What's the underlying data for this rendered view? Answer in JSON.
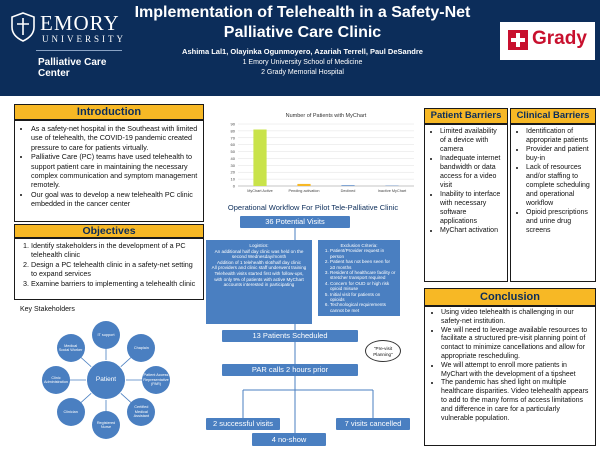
{
  "header": {
    "title": "Implementation of Telehealth in a Safety-Net Palliative Care Clinic",
    "authors": "Ashima Lal1,  Olayinka Ogunmoyero, Azariah Terrell, Paul DeSandre",
    "affiliation1": "1 Emory University School of Medicine",
    "affiliation2": "2 Grady Memorial Hospital",
    "emory_word": "EMORY",
    "emory_uni": "UNIVERSITY",
    "emory_center": "Palliative Care Center",
    "grady_word": "Grady",
    "navy": "#0c2d5a",
    "grady_red": "#c8102e"
  },
  "introduction": {
    "heading": "Introduction",
    "bullets": [
      "As a safety-net hospital in the Southeast with limited use of telehealth, the COVID-19 pandemic created pressure to care for patients virtually.",
      "Palliative Care (PC) teams have used telehealth to support patient care in maintaining the necessary complex communication and symptom management remotely.",
      "Our goal was to develop a new telehealth PC clinic embedded in the cancer center"
    ]
  },
  "objectives": {
    "heading": "Objectives",
    "items": [
      "Identify stakeholders in the development of a PC telehealth clinic",
      "Design a PC telehealth clinic in a safety-net setting to expand services",
      "Examine barriers to implementing a telehealth clinic"
    ]
  },
  "chart_data": {
    "type": "bar",
    "title": "Number of Patients with MyChart",
    "categories": [
      "MyChart Active",
      "Pending activation",
      "Declined",
      "Inactive MyChart"
    ],
    "values": [
      82,
      3,
      1,
      1
    ],
    "ylim": [
      0,
      90
    ],
    "yticks": [
      0,
      10,
      20,
      30,
      40,
      50,
      60,
      70,
      80,
      90
    ],
    "colors": [
      "#c9e34a",
      "#f7b825",
      "#4a7fc1",
      "#9fb5d6"
    ],
    "grid": true
  },
  "workflow": {
    "title": "Operational Workflow For Pilot Tele-Palliative Clinic",
    "potential": "36 Potential Visits",
    "logistics_title": "Logistics:",
    "logistics": [
      "An additional half day clinic was held on the second Wednesday/month",
      "Addition of 1 telehealth slot/half day clinic",
      "All providers and clinic staff underwent training",
      "Telehealth visits started first with follow-ups, with only 9% of patients with active MyChart accounts interested in participating"
    ],
    "exclusion_title": "Exclusion Criteria:",
    "exclusion": [
      "Patient/Provider request in person",
      "Patient has not been seen for ≥3 months",
      "Resident of healthcare facility or stretcher transport required",
      "Concern for OUD or high risk opioid misuse",
      "Initial visit for patients on opioids",
      "Technological requirements cannot be met"
    ],
    "scheduled": "13 Patients Scheduled",
    "previsit": "\"Pre-visit Planning\"",
    "par": "PAR calls 2 hours prior",
    "successful": "2 successful visits",
    "cancelled": "7 visits cancelled",
    "noshow": "4 no-show",
    "bar_color": "#4a7fc1"
  },
  "stakeholders": {
    "title": "Key Stakeholders",
    "center": "Patient",
    "nodes": [
      "IT support",
      "Chaplain",
      "Patient Access Representative (PAR)",
      "Certified Medical Assistant",
      "Registered Nurse",
      "Clinician",
      "Clinic Administration",
      "Medical Social Worker"
    ]
  },
  "patient_barriers": {
    "heading": "Patient Barriers",
    "items": [
      "Limited availability of a device with camera",
      "Inadequate internet bandwidth or data access for a video visit",
      "Inability to interface with necessary software applications",
      "MyChart activation"
    ]
  },
  "clinical_barriers": {
    "heading": "Clinical Barriers",
    "items": [
      "Identification of appropriate patients",
      "Provider and patient buy-in",
      "Lack of resources and/or staffing to complete scheduling and operational workflow",
      "Opioid prescriptions and urine drug screens"
    ]
  },
  "conclusion": {
    "heading": "Conclusion",
    "bullets": [
      "Using video telehealth is challenging in our safety-net institution.",
      "We will need to leverage available resources to facilitate a structured pre-visit planning point of contact to minimize cancellations and allow for appropriate rescheduling.",
      "We will attempt to enroll more patients in MyChart with the development of a tipsheet",
      "The pandemic has shed light on multiple healthcare disparities. Video telehealth appears to add to the many forms of access limitations and difference in care for a particularly vulnerable population."
    ]
  }
}
